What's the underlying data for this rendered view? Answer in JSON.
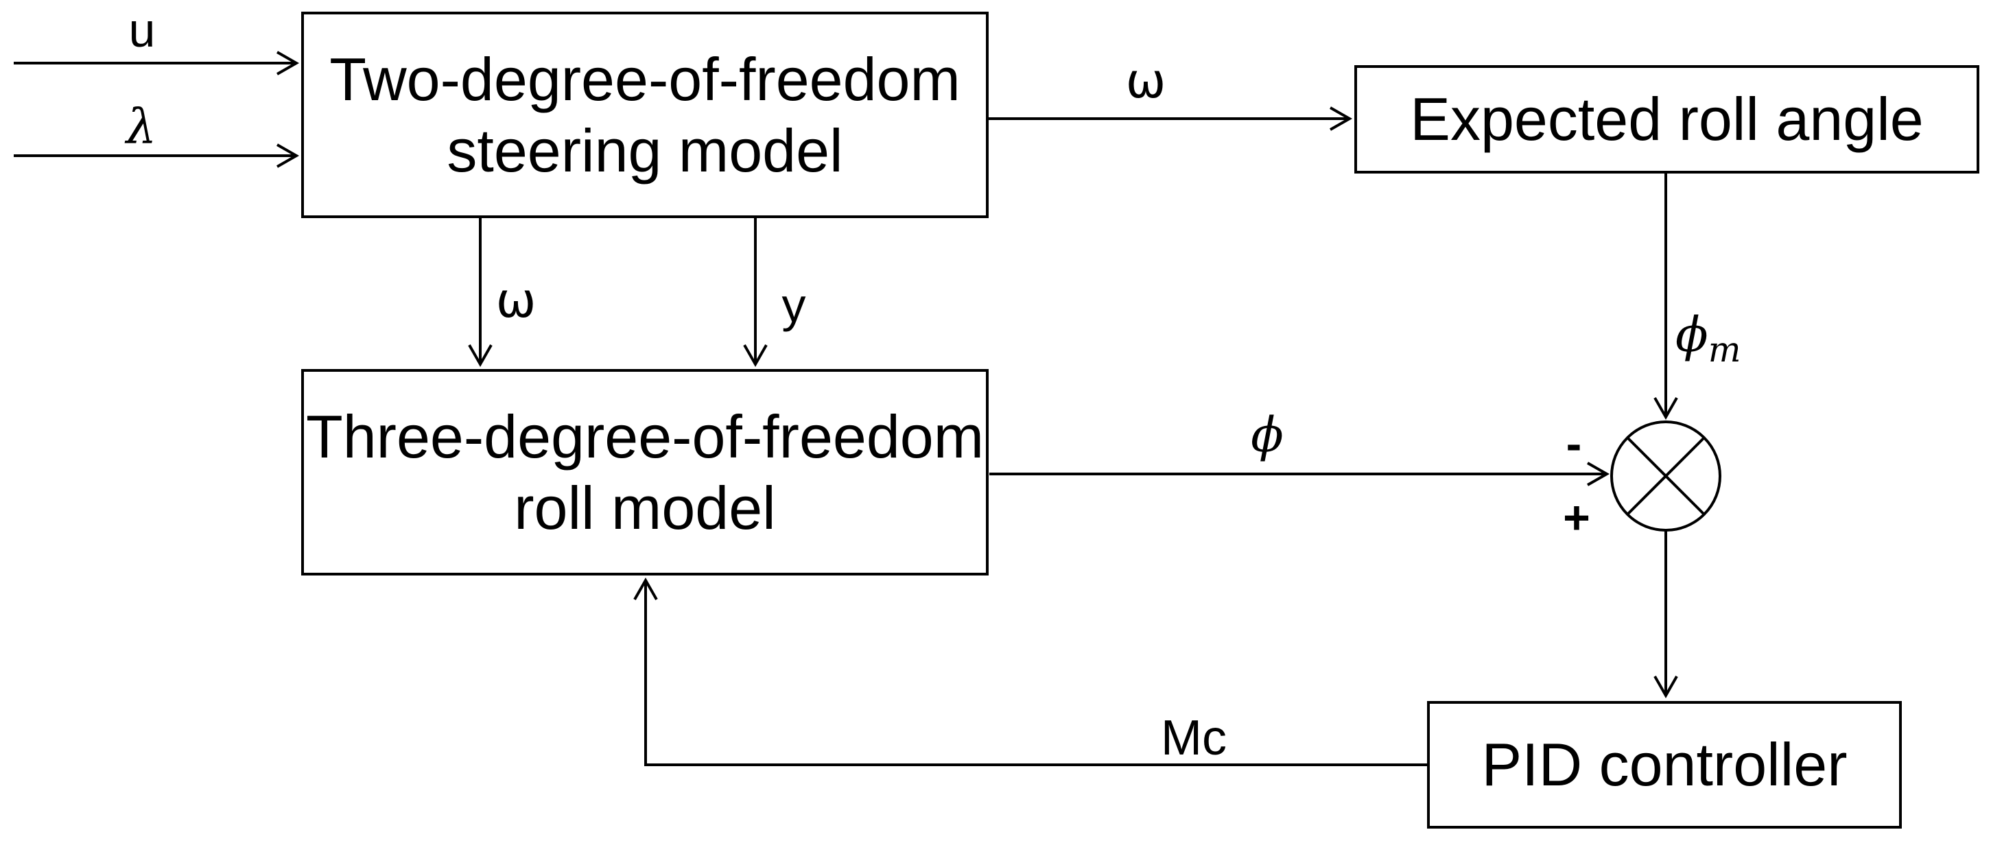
{
  "diagram": {
    "background_color": "#ffffff",
    "line_color": "#000000",
    "nodes": {
      "steering_model": {
        "line1": "Two-degree-of-freedom",
        "line2": "steering model"
      },
      "expected_roll_angle": {
        "line1": "Expected roll angle"
      },
      "roll_model": {
        "line1": "Three-degree-of-freedom",
        "line2": "roll model"
      },
      "pid_controller": {
        "line1": "PID controller"
      }
    },
    "signals": {
      "u": "u",
      "lambda": "λ",
      "omega_top": "ω",
      "omega_down": "ω",
      "y": "y",
      "phi": "ϕ",
      "phi_m_base": "ϕ",
      "phi_m_sub": "m",
      "mc": "Mc",
      "minus": "-",
      "plus": "+"
    },
    "summing_junction": {
      "symbol": "cross-in-circle"
    }
  }
}
